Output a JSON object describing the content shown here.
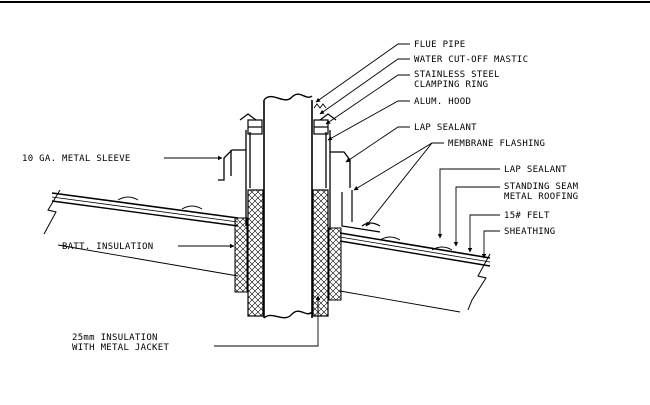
{
  "labels": {
    "flue_pipe": "FLUE PIPE",
    "water_cutoff_mastic": "WATER CUT-OFF MASTIC",
    "clamping_ring_line1": "STAINLESS STEEL",
    "clamping_ring_line2": "CLAMPING RING",
    "alum_hood": "ALUM. HOOD",
    "lap_sealant_upper": "LAP SEALANT",
    "membrane_flashing": "MEMBRANE FLASHING",
    "metal_sleeve": "10 GA. METAL SLEEVE",
    "lap_sealant_lower": "LAP SEALANT",
    "standing_seam_line1": "STANDING SEAM",
    "standing_seam_line2": "METAL ROOFING",
    "felt": "15# FELT",
    "sheathing": "SHEATHING",
    "batt_insulation": "BATT. INSULATION",
    "jacket_line1": "25mm INSULATION",
    "jacket_line2": "WITH METAL JACKET"
  },
  "colors": {
    "ink": "#000000",
    "background": "#ffffff"
  }
}
